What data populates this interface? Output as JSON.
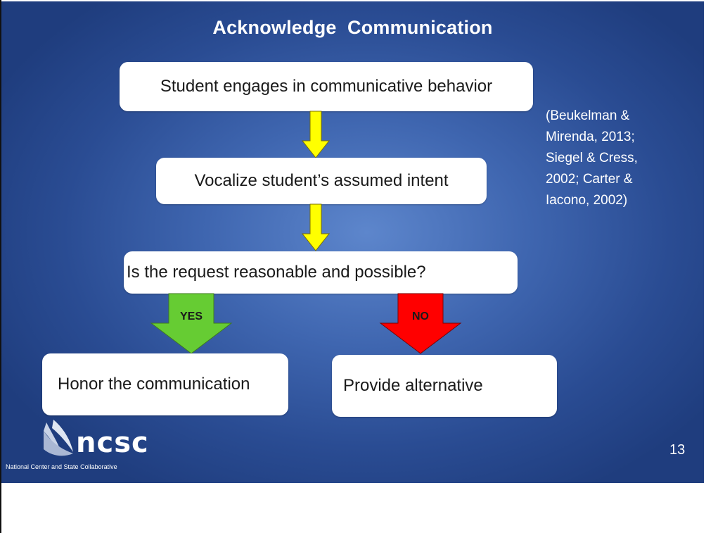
{
  "slide": {
    "title": "Acknowledge  Communication",
    "page_number": "13"
  },
  "flow": {
    "step1": "Student engages in communicative behavior",
    "step2": "Vocalize student’s assumed intent",
    "question": "Is the request reasonable and possible?",
    "yes_label": "YES",
    "no_label": "NO",
    "yes_outcome": "Honor the communication",
    "no_outcome": "Provide alternative"
  },
  "citation": {
    "lines": [
      "(Beukelman &",
      "Mirenda, 2013;",
      "Siegel & Cress,",
      "2002; Carter &",
      "Iacono, 2002)"
    ]
  },
  "logo": {
    "wordmark": "ncsc",
    "tagline": "National Center and State Collaborative"
  },
  "colors": {
    "background_center": "#5d86cc",
    "background_edge": "#1f3d7e",
    "down_arrow": "#ffff00",
    "yes_arrow": "#66cc33",
    "no_arrow": "#ff0000",
    "box_fill": "#ffffff"
  }
}
